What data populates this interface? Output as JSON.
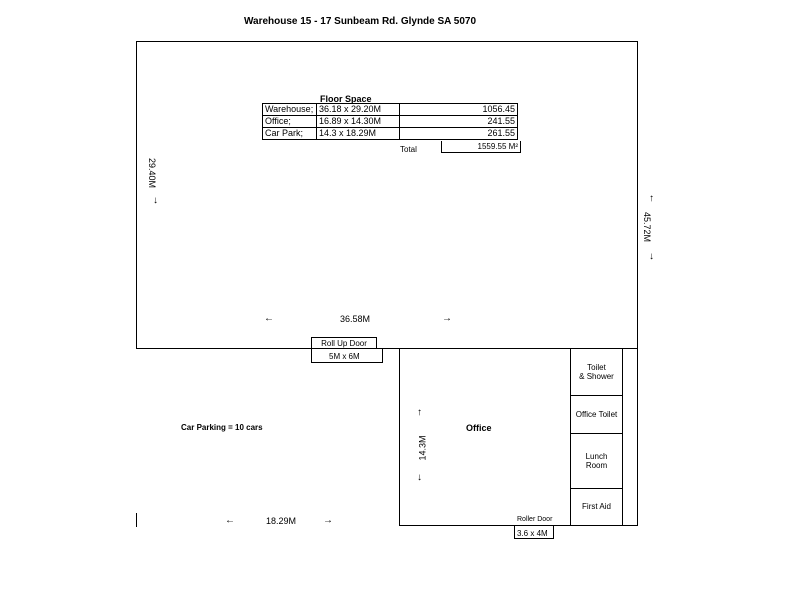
{
  "title": "Warehouse 15 - 17 Sunbeam Rd. Glynde SA 5070",
  "floor_space": {
    "heading": "Floor Space",
    "rows": [
      {
        "label": "Warehouse;",
        "dims": "36.18 x 29.20M",
        "area": "1056.45"
      },
      {
        "label": "Office;",
        "dims": "16.89 x 14.30M",
        "area": "241.55"
      },
      {
        "label": "Car Park;",
        "dims": "14.3 x 18.29M",
        "area": "261.55"
      }
    ],
    "total_label": "Total",
    "total_value": "1559.55 M²"
  },
  "dimensions": {
    "warehouse_height": "29.40M",
    "warehouse_width": "36.58M",
    "total_depth": "45.72M",
    "office_height": "14.3M",
    "carpark_width": "18.29M"
  },
  "labels": {
    "roll_up_door": "Roll Up Door",
    "roll_up_size": "5M x 6M",
    "car_parking": "Car Parking = 10 cars",
    "office": "Office",
    "roller_door": "Roller Door",
    "roller_size": "3.6 x 4M"
  },
  "rooms": [
    {
      "name": "Toilet\n& Shower"
    },
    {
      "name": "Office Toilet"
    },
    {
      "name": "Lunch\nRoom"
    },
    {
      "name": "First Aid"
    }
  ],
  "arrows": {
    "up": "↑",
    "down": "↓",
    "left": "←",
    "right": "→"
  }
}
